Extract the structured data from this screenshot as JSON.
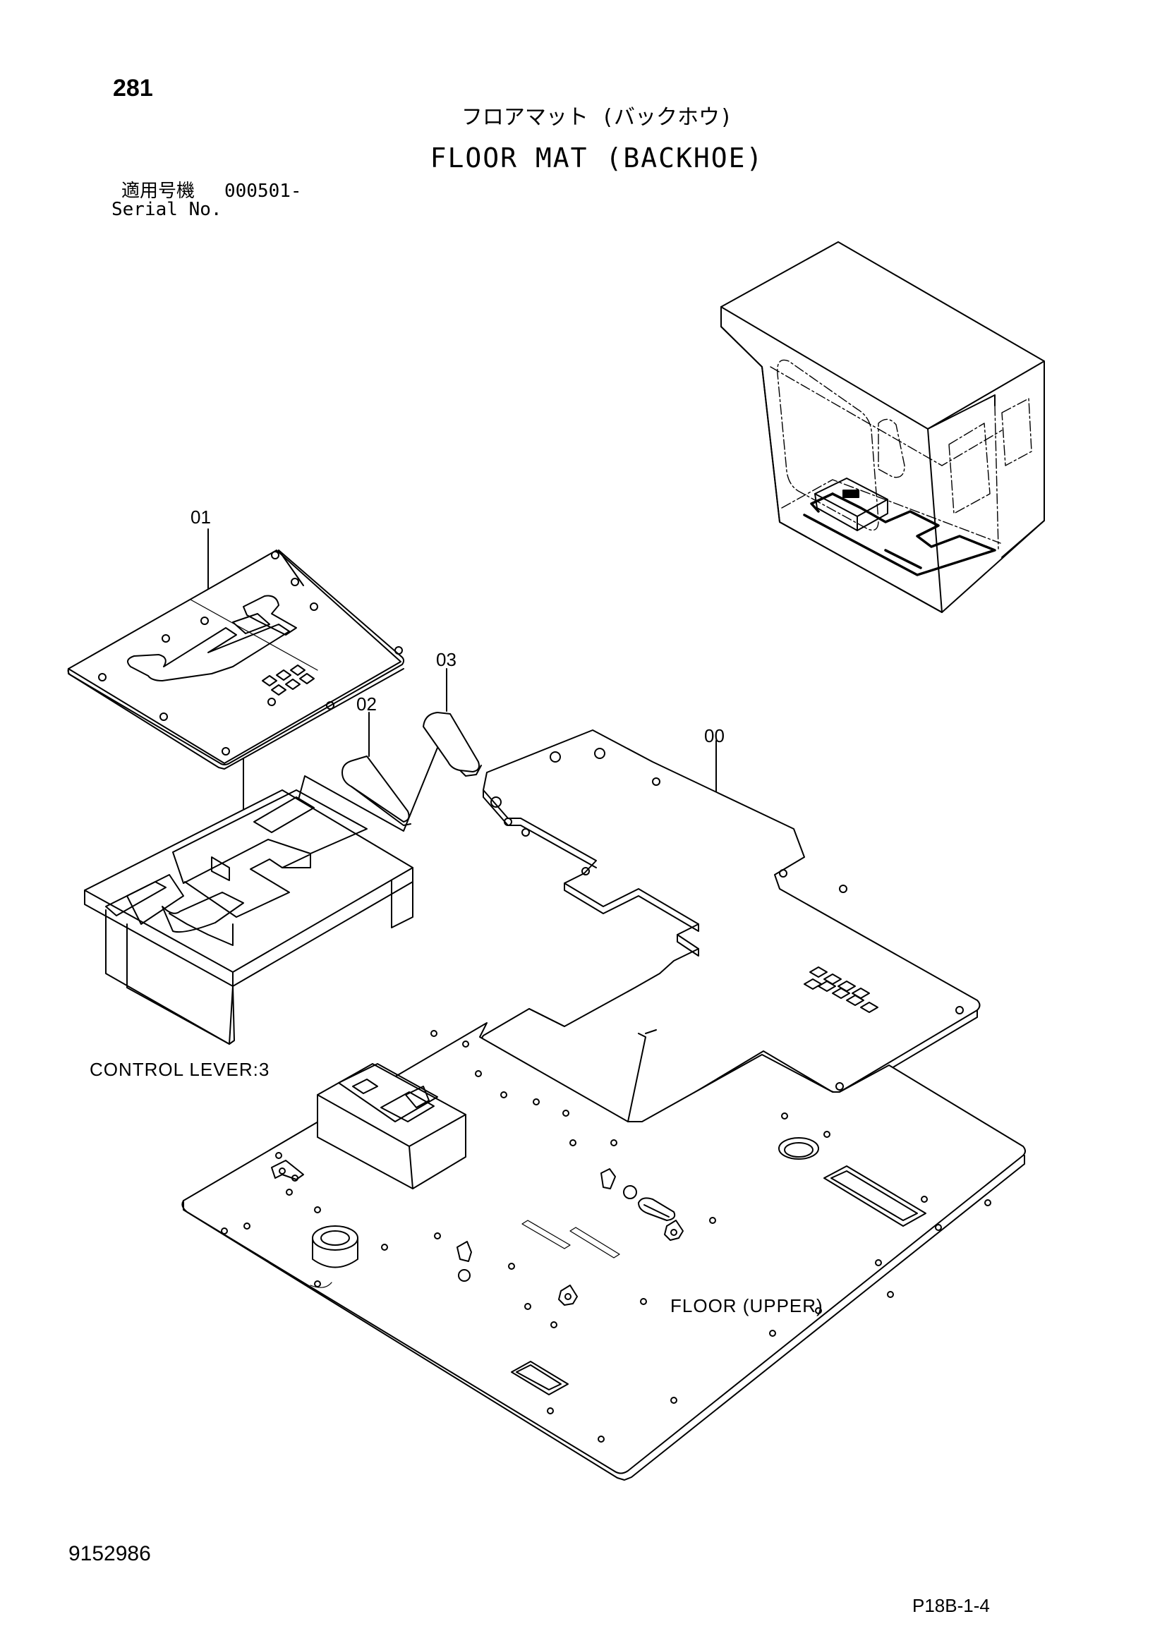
{
  "header": {
    "page_number": "281",
    "title_jp": "フロアマット (バックホウ)",
    "title_en": "FLOOR MAT (BACKHOE)",
    "serial_label_jp": "適用号機",
    "serial_value": "000501-",
    "serial_label_en": "Serial No."
  },
  "callouts": [
    "01",
    "02",
    "03",
    "00"
  ],
  "labels": {
    "control_lever": "CONTROL LEVER:3",
    "floor_upper": "FLOOR (UPPER)"
  },
  "footer": {
    "doc_number": "9152986",
    "page_code": "P18B-1-4"
  }
}
